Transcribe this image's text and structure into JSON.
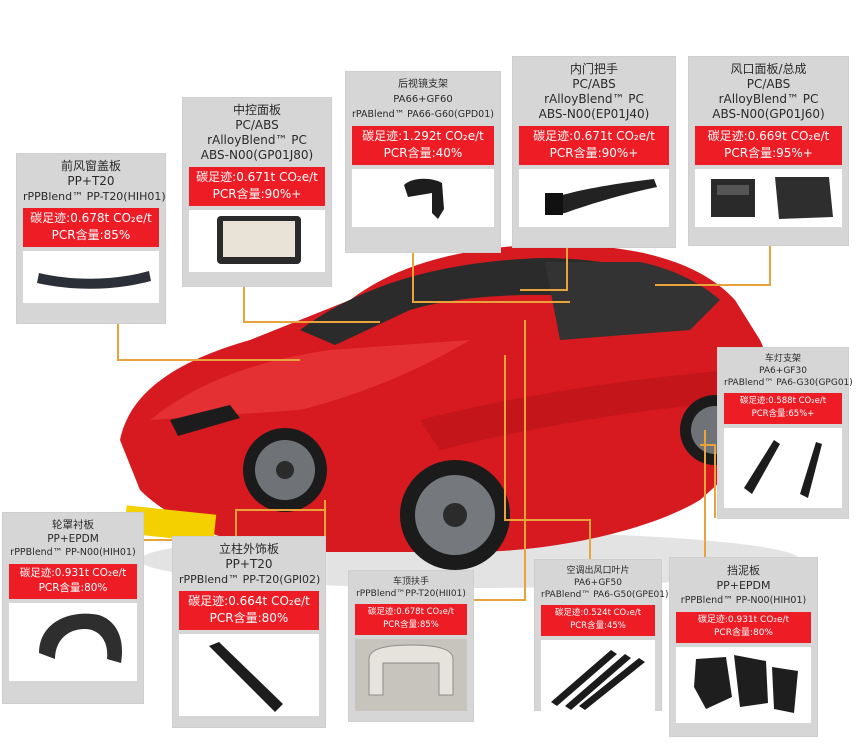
{
  "colors": {
    "accent": "#ee1c25",
    "card_bg": "#d6d6d6",
    "car_red": "#d61a1f",
    "connector": "#e8a43a"
  },
  "cards": [
    {
      "id": "windshield",
      "title": "前风窗盖板",
      "material": "PP+T20",
      "grade": "rPPBlend™ PP-T20(HIH01)",
      "footprint": "碳足迹:0.678t CO₂e/t",
      "pcr": "PCR含量:85%",
      "icon": "windshield-cowl-icon"
    },
    {
      "id": "console",
      "title": "中控面板",
      "material": "PC/ABS",
      "grade": "rAlloyBlend™ PC",
      "grade2": "ABS-N00(GP01J80)",
      "footprint": "碳足迹:0.671t CO₂e/t",
      "pcr": "PCR含量:90%+",
      "icon": "console-panel-icon"
    },
    {
      "id": "mirror",
      "title": "后视镜支架",
      "material": "PA66+GF60",
      "grade": "rPABlend™ PA66-G60(GPD01)",
      "footprint": "碳足迹:1.292t CO₂e/t",
      "pcr": "PCR含量:40%",
      "icon": "mirror-bracket-icon"
    },
    {
      "id": "handle",
      "title": "内门把手",
      "material": "PC/ABS",
      "grade": "rAlloyBlend™ PC",
      "grade2": "ABS-N00(EP01J40)",
      "footprint": "碳足迹:0.671t CO₂e/t",
      "pcr": "PCR含量:90%+",
      "icon": "door-handle-icon"
    },
    {
      "id": "vent",
      "title": "风口面板/总成",
      "material": "PC/ABS",
      "grade": "rAlloyBlend™ PC",
      "grade2": "ABS-N00(GP01J60)",
      "footprint": "碳足迹:0.669t CO₂e/t",
      "pcr": "PCR含量:95%+",
      "icon": "air-vent-icon"
    },
    {
      "id": "headlamp",
      "title": "车灯支架",
      "material": "PA6+GF30",
      "grade": "rPABlend™ PA6-G30(GPG01)",
      "footprint": "碳足迹:0.588t CO₂e/t",
      "pcr": "PCR含量:65%+",
      "icon": "lamp-bracket-icon"
    },
    {
      "id": "liner",
      "title": "轮罩衬板",
      "material": "PP+EPDM",
      "grade": "rPPBlend™ PP-N00(HIH01)",
      "footprint": "碳足迹:0.931t CO₂e/t",
      "pcr": "PCR含量:80%",
      "icon": "wheel-liner-icon"
    },
    {
      "id": "pillar",
      "title": "立柱外饰板",
      "material": "PP+T20",
      "grade": "rPPBlend™ PP-T20(GPI02)",
      "footprint": "碳足迹:0.664t CO₂e/t",
      "pcr": "PCR含量:80%",
      "icon": "pillar-trim-icon"
    },
    {
      "id": "roof",
      "title": "车顶扶手",
      "grade": "rPPBlend™PP-T20(HII01)",
      "footprint": "碳足迹:0.678t CO₂e/t",
      "pcr": "PCR含量:85%",
      "icon": "roof-grab-handle-icon"
    },
    {
      "id": "blade",
      "title": "空调出风口叶片",
      "material": "PA6+GF50",
      "grade": "rPABlend™ PA6-G50(GPE01)",
      "footprint": "碳足迹:0.524t CO₂e/t",
      "pcr": "PCR含量:45%",
      "icon": "vent-blade-icon"
    },
    {
      "id": "mudflap",
      "title": "挡泥板",
      "material": "PP+EPDM",
      "grade": "rPPBlend™ PP-N00(HIH01)",
      "footprint": "碳足迹:0.931t CO₂e/t",
      "pcr": "PCR含量:80%",
      "icon": "mud-flap-icon"
    }
  ]
}
